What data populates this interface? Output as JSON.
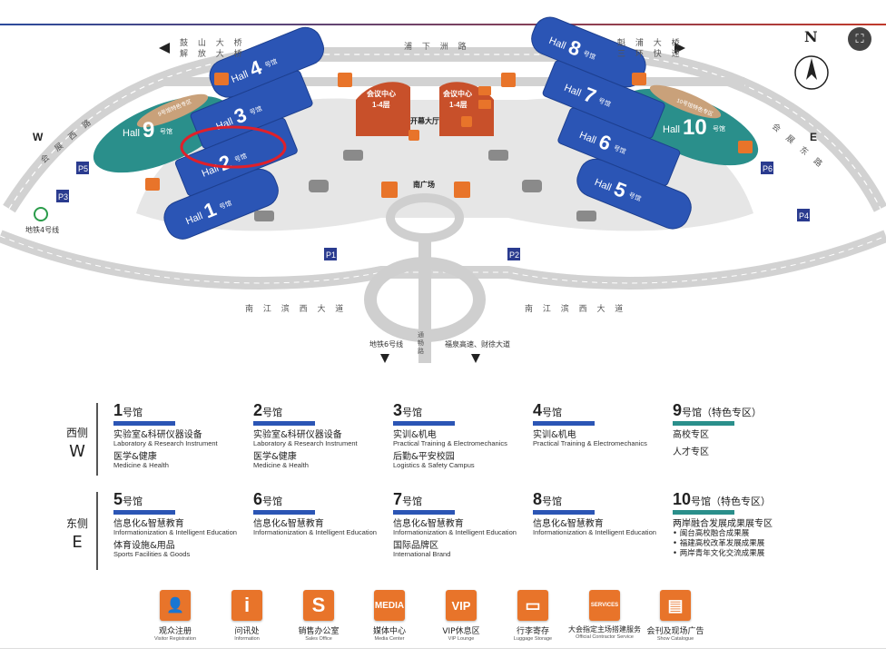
{
  "map": {
    "north_label": "N",
    "west_label": "W",
    "east_label": "E",
    "roads": {
      "top": "浦 下 洲 路",
      "top_left_1": "鼓 山 大 桥",
      "top_left_2": "解 放 大 桥",
      "top_right_1": "魁 浦 大 桥",
      "top_right_2": "三 环 快 速",
      "left": "会 展 西 路",
      "right": "会 展 东 路",
      "bottom_left": "南 江 滨 西 大 道",
      "bottom_right": "南 江 滨 西 大 道",
      "bottom_mid": "通 畅 路",
      "metro6": "地铁6号线",
      "expressway": "福泉高速、财徐大道",
      "metro4": "地铁4号线"
    },
    "south_plaza": "南广场",
    "opening_hall": "开幕大厅",
    "meeting_left": {
      "line1": "会议中心",
      "line2": "1-4层"
    },
    "meeting_right": {
      "line1": "会议中心",
      "line2": "1-4层"
    },
    "hall_word": "Hall",
    "hall_suffix": "号馆",
    "special9": "9号馆特色专区",
    "special10": "10号馆特色专区",
    "halls": [
      "1",
      "2",
      "3",
      "4",
      "5",
      "6",
      "7",
      "8",
      "9",
      "10"
    ],
    "parking": [
      "P1",
      "P2",
      "P3",
      "P4",
      "P5",
      "P6"
    ],
    "highlight_hall": "2"
  },
  "legend": {
    "west": {
      "cn": "西侧",
      "en": "W"
    },
    "east": {
      "cn": "东侧",
      "en": "E"
    },
    "hall_suffix": "号馆",
    "west_halls": [
      {
        "num": "1",
        "items": [
          {
            "cn": "实验室&科研仪器设备",
            "en": "Laboratory & Research Instrument"
          },
          {
            "cn": "医学&健康",
            "en": "Medicine & Health"
          }
        ]
      },
      {
        "num": "2",
        "items": [
          {
            "cn": "实验室&科研仪器设备",
            "en": "Laboratory & Research Instrument"
          },
          {
            "cn": "医学&健康",
            "en": "Medicine & Health"
          }
        ]
      },
      {
        "num": "3",
        "items": [
          {
            "cn": "实训&机电",
            "en": "Practical Training & Electromechanics"
          },
          {
            "cn": "后勤&平安校园",
            "en": "Logistics & Safety Campus"
          }
        ]
      },
      {
        "num": "4",
        "items": [
          {
            "cn": "实训&机电",
            "en": "Practical Training & Electromechanics"
          }
        ]
      }
    ],
    "hall9": {
      "num": "9",
      "tag": "（特色专区）",
      "items": [
        "高校专区",
        "人才专区"
      ]
    },
    "east_halls": [
      {
        "num": "5",
        "items": [
          {
            "cn": "信息化&智慧教育",
            "en": "Informationization & Intelligent Education"
          },
          {
            "cn": "体育设施&用品",
            "en": "Sports Facilities & Goods"
          }
        ]
      },
      {
        "num": "6",
        "items": [
          {
            "cn": "信息化&智慧教育",
            "en": "Informationization & Intelligent Education"
          }
        ]
      },
      {
        "num": "7",
        "items": [
          {
            "cn": "信息化&智慧教育",
            "en": "Informationization & Intelligent Education"
          },
          {
            "cn": "国际品牌区",
            "en": "International Brand"
          }
        ]
      },
      {
        "num": "8",
        "items": [
          {
            "cn": "信息化&智慧教育",
            "en": "Informationization & Intelligent Education"
          }
        ]
      }
    ],
    "hall10": {
      "num": "10",
      "tag": "（特色专区）",
      "title": "两岸融合发展成果展专区",
      "bullets": [
        "• 闽台高校融合成果展",
        "• 福建高校改革发展成果展",
        "• 两岸青年文化交流成果展"
      ]
    }
  },
  "services": [
    {
      "icon": "visitor-registration-icon",
      "glyph": "👤",
      "cn": "观众注册",
      "en": "Visitor Registration"
    },
    {
      "icon": "information-icon",
      "glyph": "i",
      "cn": "问讯处",
      "en": "Information"
    },
    {
      "icon": "sales-office-icon",
      "glyph": "S",
      "cn": "销售办公室",
      "en": "Sales Office"
    },
    {
      "icon": "media-center-icon",
      "glyph": "MEDIA",
      "cn": "媒体中心",
      "en": "Media Center"
    },
    {
      "icon": "vip-lounge-icon",
      "glyph": "VIP",
      "cn": "VIP休息区",
      "en": "VIP Lounge"
    },
    {
      "icon": "luggage-storage-icon",
      "glyph": "▭",
      "cn": "行李寄存",
      "en": "Luggage Storage"
    },
    {
      "icon": "official-contractor-icon",
      "glyph": "SERVICES",
      "cn": "大会指定主场搭建服务",
      "en": "Official Contractor Service"
    },
    {
      "icon": "show-catalogue-icon",
      "glyph": "▤",
      "cn": "会刊及现场广告",
      "en": "Show Catalogue"
    }
  ],
  "colors": {
    "hall_blue": "#2b55b5",
    "hall_teal": "#2a8f8b",
    "orange": "#e8742a",
    "meeting": "#c8502a",
    "highlight": "#e0202a"
  }
}
